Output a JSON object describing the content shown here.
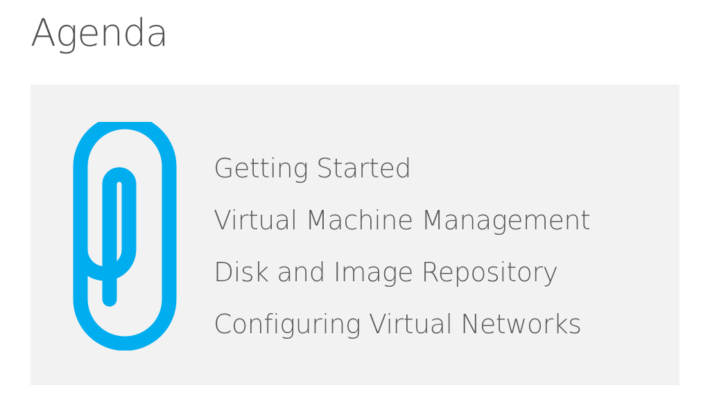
{
  "slide": {
    "title": "Agenda",
    "accent_color": "#00adef",
    "icon": "paperclip-icon",
    "items": [
      {
        "label": "Getting Started"
      },
      {
        "label": "Virtual Machine Management"
      },
      {
        "label": "Disk and Image Repository"
      },
      {
        "label": "Configuring Virtual Networks"
      }
    ]
  }
}
